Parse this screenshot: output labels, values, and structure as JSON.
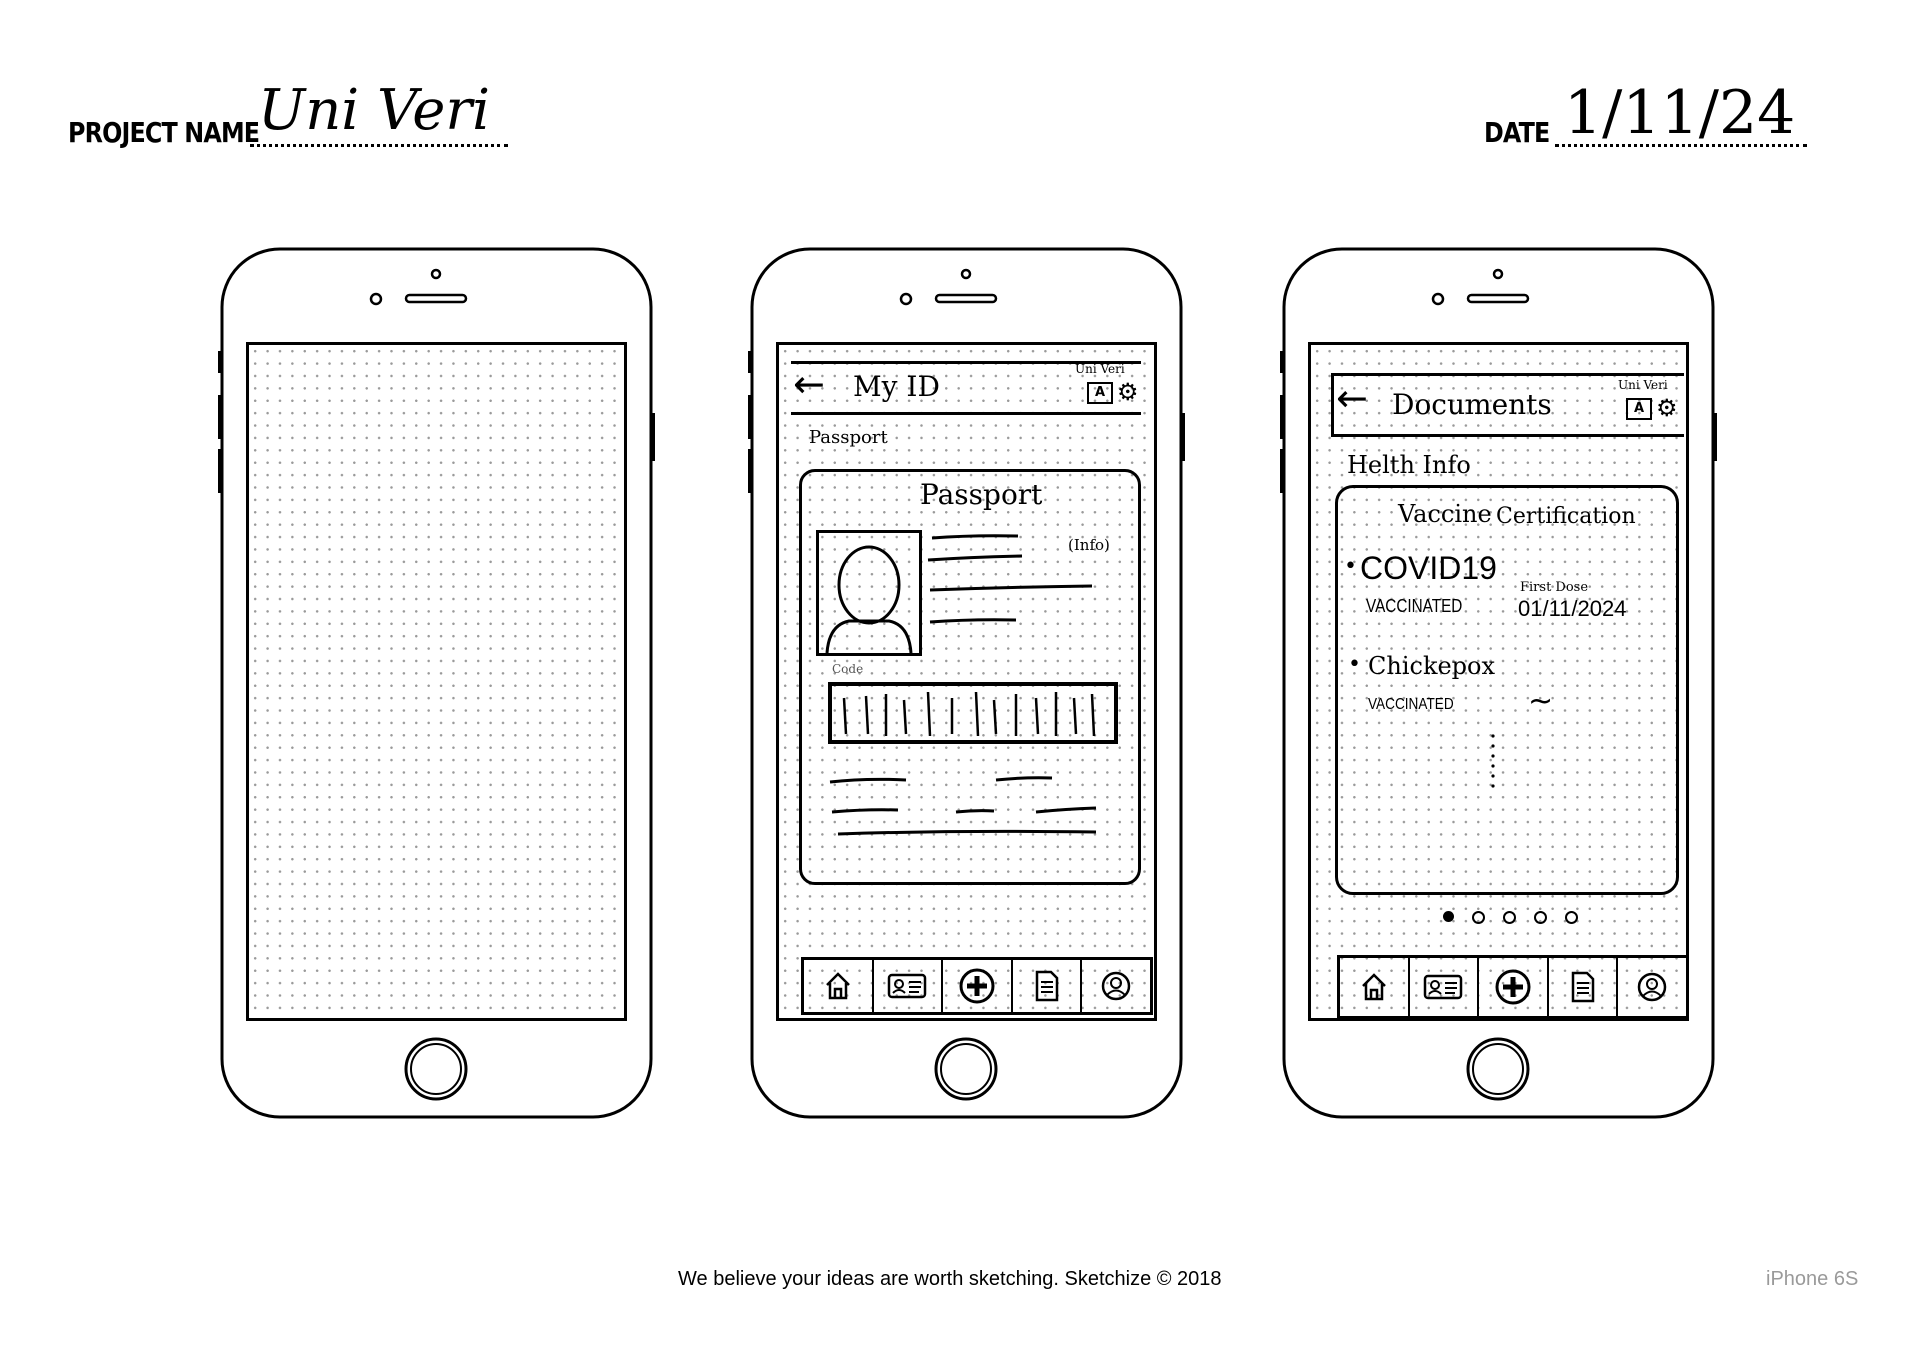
{
  "header": {
    "project_label": "PROJECT NAME",
    "project_value": "Uni Veri",
    "date_label": "DATE",
    "date_value": "1/11/24"
  },
  "phone2": {
    "title": "My ID",
    "brand": "Uni Veri",
    "badge_letter": "A",
    "section_label": "Passport",
    "card_title": "Passport",
    "info_label": "(Info)",
    "code_label": "Code"
  },
  "phone3": {
    "title": "Documents",
    "brand": "Uni Veri",
    "badge_letter": "A",
    "section_label": "Helth Info",
    "card_title_1": "Vaccine",
    "card_title_2": "Certification",
    "item1_name": "COVID19",
    "item1_status": "VACCINATED",
    "item1_dose_label": "First Dose",
    "item1_dose_date": "01/11/2024",
    "item2_name": "Chickepox",
    "item2_status": "VACCINATED",
    "item2_dose_date": "~"
  },
  "footer": {
    "tagline": "We believe your ideas are worth sketching. Sketchize © 2018",
    "model": "iPhone 6S"
  },
  "icons": [
    "home-icon",
    "id-card-icon",
    "plus-icon",
    "document-icon",
    "profile-icon"
  ],
  "pagination": {
    "total": 5,
    "active": 1
  }
}
